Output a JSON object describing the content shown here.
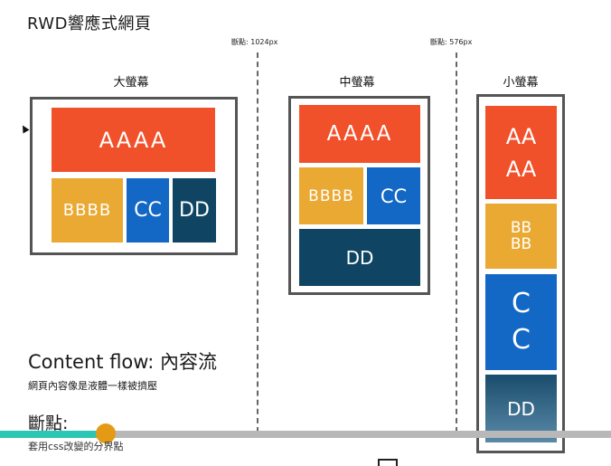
{
  "page_title": "RWD響應式網頁",
  "breakpoints": {
    "bp1": "斷點: 1024px",
    "bp2": "斷點: 576px"
  },
  "large": {
    "title": "大螢幕",
    "a": "AAAA",
    "b": "BBBB",
    "c": "CC",
    "d": "DD"
  },
  "medium": {
    "title": "中螢幕",
    "a": "AAAA",
    "b": "BBBB",
    "c": "CC",
    "d": "DD"
  },
  "small": {
    "title": "小螢幕",
    "a_line1": "AA",
    "a_line2": "AA",
    "b_line1": "BB",
    "b_line2": "BB",
    "c_line1": "C",
    "c_line2": "C",
    "d": "DD"
  },
  "content_flow": {
    "title": "Content flow: 內容流",
    "subtitle": "網頁內容像是液體一樣被擠壓"
  },
  "breakpoint_section": {
    "title": "斷點:",
    "subtitle": "套用css改變的分界點"
  },
  "colors": {
    "red": "#f0512b",
    "yellow": "#eaa933",
    "blue": "#1268c4",
    "navy": "#0f4563",
    "progress_fill": "#2bc7b4",
    "progress_knob": "#e59a15"
  },
  "playback": {
    "progress_fraction": 0.17
  }
}
